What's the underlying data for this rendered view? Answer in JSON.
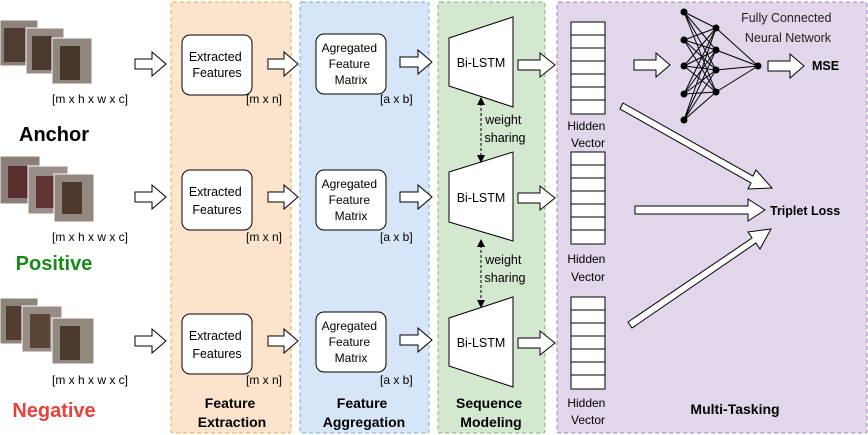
{
  "rows": [
    {
      "label": "Anchor",
      "label_color": "#000000",
      "dims": "[m x h x w x c]",
      "extract": [
        "Extracted",
        "Features"
      ],
      "extract_dim": "[m x n]",
      "agg": [
        "Agregated",
        "Feature",
        "Matrix"
      ],
      "agg_dim": "[a x b]",
      "lstm": "Bi-LSTM",
      "hidden": [
        "Hidden",
        "Vector"
      ]
    },
    {
      "label": "Positive",
      "label_color": "#1a8a1a",
      "dims": "[m x h x w x c]",
      "extract": [
        "Extracted",
        "Features"
      ],
      "extract_dim": "[m x n]",
      "agg": [
        "Agregated",
        "Feature",
        "Matrix"
      ],
      "agg_dim": "[a x b]",
      "lstm": "Bi-LSTM",
      "hidden": [
        "Hidden",
        "Vector"
      ]
    },
    {
      "label": "Negative",
      "label_color": "#e8413a",
      "dims": "[m x h x w x c]",
      "extract": [
        "Extracted",
        "Features"
      ],
      "extract_dim": "[m x n]",
      "agg": [
        "Agregated",
        "Feature",
        "Matrix"
      ],
      "agg_dim": "[a x b]",
      "lstm": "Bi-LSTM",
      "hidden": [
        "Hidden",
        "Vector"
      ]
    }
  ],
  "weight_sharing": [
    "weight",
    "sharing"
  ],
  "sections": {
    "feature_extraction": {
      "lines": [
        "Feature",
        "Extraction"
      ],
      "fill": "#fce3cc",
      "stroke": "#e6a83b"
    },
    "feature_aggregation": {
      "lines": [
        "Feature",
        "Aggregation"
      ],
      "fill": "#d6e5f7",
      "stroke": "#7ea6d8"
    },
    "sequence_modeling": {
      "lines": [
        "Sequence",
        "Modeling"
      ],
      "fill": "#d4e8d0",
      "stroke": "#7cb46e"
    },
    "multi_tasking": {
      "lines": [
        "Multi-Tasking"
      ],
      "fill": "#e2d6ea",
      "stroke": "#9f84b3"
    }
  },
  "fc_title": [
    "Fully Connected",
    "Neural Network"
  ],
  "mse_label": "MSE",
  "triplet_label": "Triplet Loss"
}
